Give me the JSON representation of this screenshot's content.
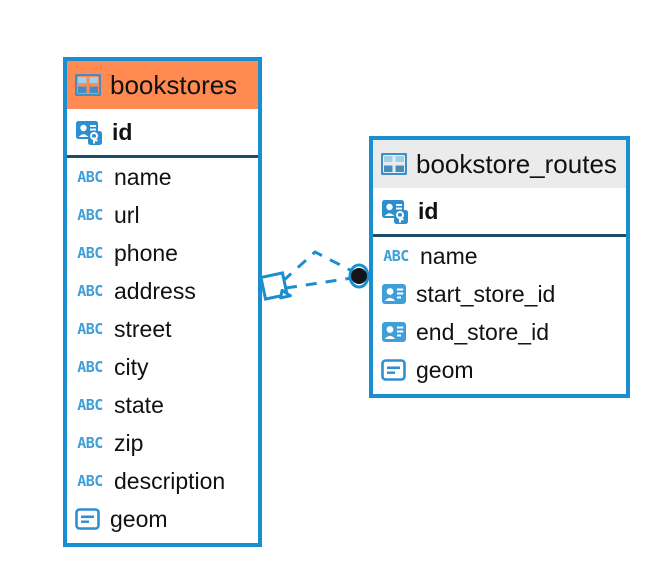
{
  "diagram": {
    "type": "entity-relationship-diagram",
    "background_color": "#ffffff",
    "accent_color": "#1a8fd0",
    "highlight_color": "#ff8a52",
    "relationship": {
      "name": "bookstores-to-bookstore-routes",
      "from_table": "bookstores",
      "to_table": "bookstore_routes",
      "line_style": "dashed",
      "line_color": "#1a8fd0",
      "source_marker": "diamond",
      "target_marker": "filled-circle",
      "target_marker_color": "#12161c"
    }
  },
  "tables": [
    {
      "name": "bookstores",
      "header_icon": "table-icon",
      "header_style": "orange",
      "primary_key": {
        "label": "id",
        "icon": "primary-key-icon"
      },
      "fields": [
        {
          "label": "name",
          "icon": "text-type-icon"
        },
        {
          "label": "url",
          "icon": "text-type-icon"
        },
        {
          "label": "phone",
          "icon": "text-type-icon"
        },
        {
          "label": "address",
          "icon": "text-type-icon"
        },
        {
          "label": "street",
          "icon": "text-type-icon"
        },
        {
          "label": "city",
          "icon": "text-type-icon"
        },
        {
          "label": "state",
          "icon": "text-type-icon"
        },
        {
          "label": "zip",
          "icon": "text-type-icon"
        },
        {
          "label": "description",
          "icon": "text-type-icon"
        },
        {
          "label": "geom",
          "icon": "geometry-type-icon"
        }
      ]
    },
    {
      "name": "bookstore_routes",
      "header_icon": "table-icon",
      "header_style": "grey",
      "primary_key": {
        "label": "id",
        "icon": "primary-key-icon"
      },
      "fields": [
        {
          "label": "name",
          "icon": "text-type-icon"
        },
        {
          "label": "start_store_id",
          "icon": "foreign-key-icon"
        },
        {
          "label": "end_store_id",
          "icon": "foreign-key-icon"
        },
        {
          "label": "geom",
          "icon": "geometry-type-icon"
        }
      ]
    }
  ],
  "icon_glyphs": {
    "text_type": "ABC"
  }
}
